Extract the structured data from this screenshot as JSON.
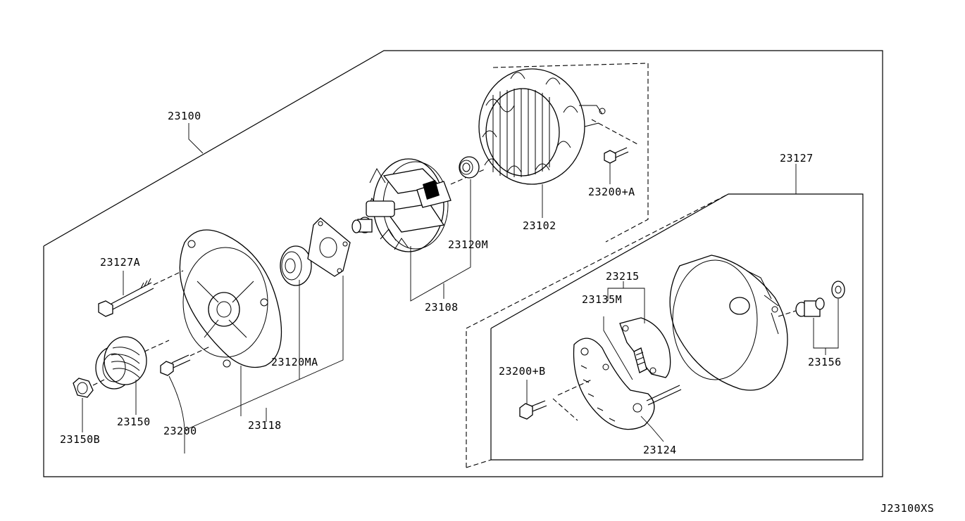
{
  "diagram_code": "J23100XS",
  "labels": {
    "p23100": "23100",
    "p23102": "23102",
    "p23200A": "23200+A",
    "p23120M": "23120M",
    "p23108": "23108",
    "p23127": "23127",
    "p23127A": "23127A",
    "p23120MA": "23120MA",
    "p23150": "23150",
    "p23150B": "23150B",
    "p23200": "23200",
    "p23118": "23118",
    "p23215": "23215",
    "p23135M": "23135M",
    "p23200B": "23200+B",
    "p23156": "23156",
    "p23124": "23124"
  }
}
